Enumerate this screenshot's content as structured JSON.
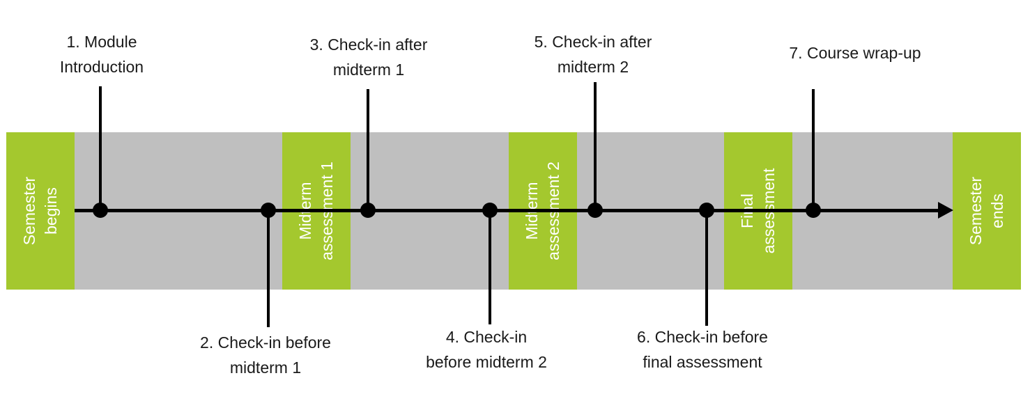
{
  "phases": [
    {
      "id": "semester-begins",
      "label": "Semester\nbegins"
    },
    {
      "id": "midterm-1",
      "label": "Midterm\nassessment 1"
    },
    {
      "id": "midterm-2",
      "label": "Midterm\nassessment 2"
    },
    {
      "id": "final",
      "label": "Final\nassessment"
    },
    {
      "id": "semester-ends",
      "label": "Semester\nends"
    }
  ],
  "milestones": [
    {
      "number": 1,
      "label": "1. Module\nIntroduction",
      "position": "above"
    },
    {
      "number": 2,
      "label": "2. Check-in before\nmidterm 1",
      "position": "below"
    },
    {
      "number": 3,
      "label": "3. Check-in after\nmidterm 1",
      "position": "above"
    },
    {
      "number": 4,
      "label": "4. Check-in\nbefore midterm 2",
      "position": "below"
    },
    {
      "number": 5,
      "label": "5. Check-in after\nmidterm 2",
      "position": "above"
    },
    {
      "number": 6,
      "label": "6. Check-in before\nfinal assessment",
      "position": "below"
    },
    {
      "number": 7,
      "label": "7. Course wrap-up",
      "position": "above"
    }
  ],
  "colors": {
    "phase": "#a4c82e",
    "band": "#bfbfbf",
    "axis": "#000000"
  }
}
